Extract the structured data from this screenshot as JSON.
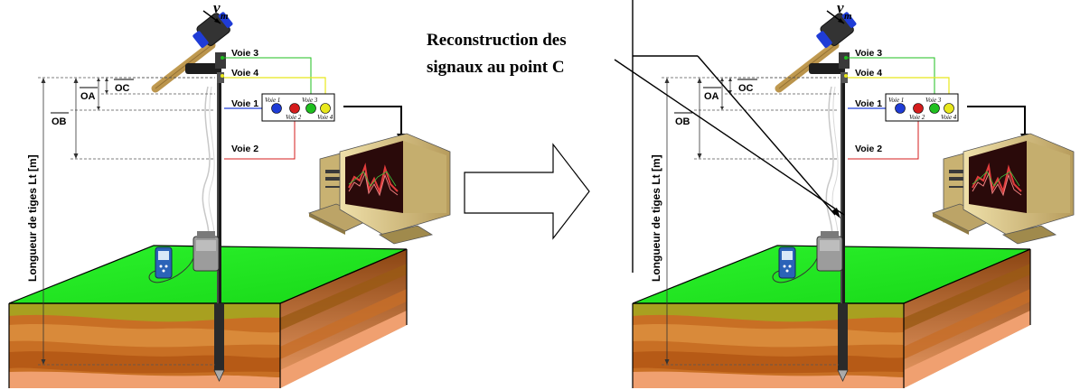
{
  "left_panel": {
    "velocity_symbol": "v",
    "velocity_subscript": "m",
    "channels": {
      "voie3": "Voie 3",
      "voie4": "Voie 4",
      "voie1": "Voie 1",
      "voie2": "Voie 2"
    },
    "dimensions": {
      "oc": "OC",
      "oa": "OA",
      "ob": "OB"
    },
    "rod_length_label": "Longueur de tiges Lt [m]",
    "box_labels": {
      "voie1": "Voie 1",
      "voie2": "Voie 2",
      "voie3": "Voie 3",
      "voie4": "Voie 4"
    }
  },
  "right_panel": {
    "velocity_symbol": "v",
    "velocity_subscript": "m",
    "channels": {
      "voie3": "Voie 3",
      "voie4": "Voie 4",
      "voie1": "Voie 1",
      "voie2": "Voie 2"
    },
    "dimensions": {
      "oc": "OC",
      "oa": "OA",
      "ob": "OB"
    },
    "rod_length_label": "Longueur de tiges Lt [m]",
    "box_labels": {
      "voie1": "Voie 1",
      "voie2": "Voie 2",
      "voie3": "Voie 3",
      "voie4": "Voie 4"
    }
  },
  "reconstruction_title": {
    "line1": "Reconstruction des",
    "line2": "signaux au point  C"
  },
  "colors": {
    "grass": "#22ee22",
    "soil_dark": "#b65a16",
    "soil_mid": "#d77a2a",
    "soil_light": "#f0a070",
    "soil_band": "#a8a020",
    "voie1": "#1f3cd6",
    "voie2": "#d51c1c",
    "voie3": "#1fbf1f",
    "voie4": "#e8e81c",
    "hammer_handle": "#c49a4c",
    "monitor_body": "#d8c48a",
    "screen_bg": "#2a0a0a",
    "signal_red": "#e23c3c"
  }
}
